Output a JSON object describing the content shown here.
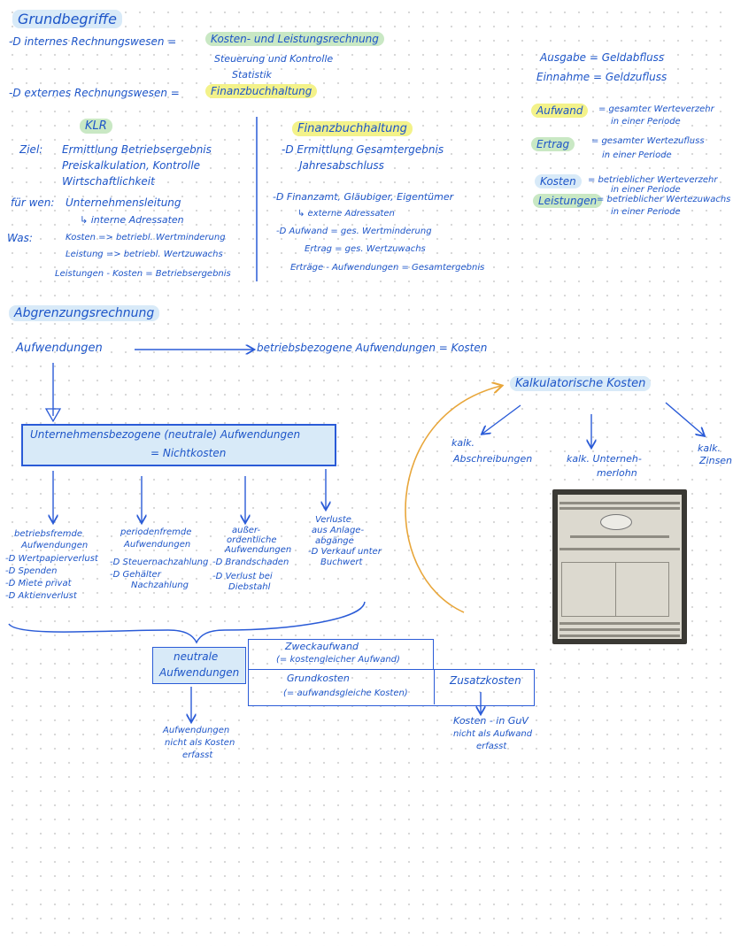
{
  "top": {
    "title": "Grundbegriffe",
    "internal_label": "-D internes Rechnungswesen =",
    "internal_value": "Kosten- und Leistungsrechnung",
    "internal_sub1": "Steuerung und Kontrolle",
    "internal_sub2": "Statistik",
    "external_label": "-D externes Rechnungswesen =",
    "external_value": "Finanzbuchhaltung"
  },
  "definitions": {
    "ausgabe": "Ausgabe = Geldabfluss",
    "einnahme": "Einnahme = Geldzufluss",
    "aufwand_term": "Aufwand",
    "aufwand_def1": "= gesamter Werteverzehr",
    "aufwand_def2": "in einer Periode",
    "ertrag_term": "Ertrag",
    "ertrag_def1": "= gesamter Wertezufluss",
    "ertrag_def2": "in einer Periode",
    "kosten_term": "Kosten",
    "kosten_def1": "= betrieblicher Werteverzehr",
    "kosten_def2": "in einer Periode",
    "leistungen_term": "Leistungen",
    "leistungen_def1": "= betrieblicher Wertezuwachs",
    "leistungen_def2": "in einer Periode"
  },
  "klr": {
    "heading": "KLR",
    "ziel_label": "Ziel:",
    "ziel_1": "Ermittlung Betriebsergebnis",
    "ziel_2": "Preiskalkulation, Kontrolle",
    "ziel_3": "Wirtschaftlichkeit",
    "wen_label": "für wen:",
    "wen_1": "Unternehmensleitung",
    "wen_2": "↳ interne Adressaten",
    "was_label": "Was:",
    "was_1": "Kosten => betriebl. Wertminderung",
    "was_2": "Leistung => betriebl. Wertzuwachs",
    "was_3": "Leistungen - Kosten = Betriebsergebnis"
  },
  "fibu": {
    "heading": "Finanzbuchhaltung",
    "line1": "-D Ermittlung Gesamtergebnis",
    "line2": "Jahresabschluss",
    "line3": "-D Finanzamt, Gläubiger, Eigentümer",
    "line4": "↳ externe Adressaten",
    "line5": "-D Aufwand = ges. Wertminderung",
    "line6": "Ertrag = ges. Wertzuwachs",
    "line7": "Erträge - Aufwendungen = Gesamtergebnis"
  },
  "abgrenzung": {
    "heading": "Abgrenzungsrechnung",
    "aufwendungen": "Aufwendungen",
    "betriebsbezogen": "betriebsbezogene Aufwendungen = Kosten",
    "neutral_box_1": "Unternehmensbezogene (neutrale) Aufwendungen",
    "neutral_box_2": "= Nichtkosten",
    "cat1": [
      "betriebsfremde",
      "Aufwendungen"
    ],
    "cat1_items": [
      "-D Wertpapierverlust",
      "-D Spenden",
      "-D Miete privat",
      "-D Aktienverlust"
    ],
    "cat2": [
      "periodenfremde",
      "Aufwendungen"
    ],
    "cat2_items": [
      "-D Steuernachzahlung",
      "-D Gehälter",
      "Nachzahlung"
    ],
    "cat3": [
      "außer-",
      "ordentliche",
      "Aufwendungen"
    ],
    "cat3_items": [
      "-D Brandschaden",
      "-D Verlust bei",
      "Diebstahl"
    ],
    "cat4": [
      "Verluste",
      "aus Anlage-",
      "abgänge"
    ],
    "cat4_items": [
      "-D Verkauf unter",
      "Buchwert"
    ]
  },
  "kalk": {
    "heading": "Kalkulatorische Kosten",
    "item1": [
      "kalk.",
      "Abschreibungen"
    ],
    "item2": [
      "kalk. Unterneh-",
      "merlohn"
    ],
    "item3": [
      "kalk.",
      "Zinsen"
    ]
  },
  "bottom": {
    "neutrale": [
      "neutrale",
      "Aufwendungen"
    ],
    "zweck_1": "Zweckaufwand",
    "zweck_2": "(= kostengleicher Aufwand)",
    "grund_1": "Grundkosten",
    "grund_2": "(= aufwandsgleiche Kosten)",
    "zusatz": "Zusatzkosten",
    "note_left": [
      "Aufwendungen",
      "nicht als Kosten",
      "erfasst"
    ],
    "note_right": [
      "Kosten - in GuV",
      "nicht als Aufwand",
      "erfasst"
    ]
  },
  "colors": {
    "ink": "#1d55c8",
    "highlight_green": "#c9e8c4",
    "highlight_yellow": "#f3f28a",
    "highlight_blue": "#d8eaf8",
    "arrow_orange": "#e8a63a"
  }
}
